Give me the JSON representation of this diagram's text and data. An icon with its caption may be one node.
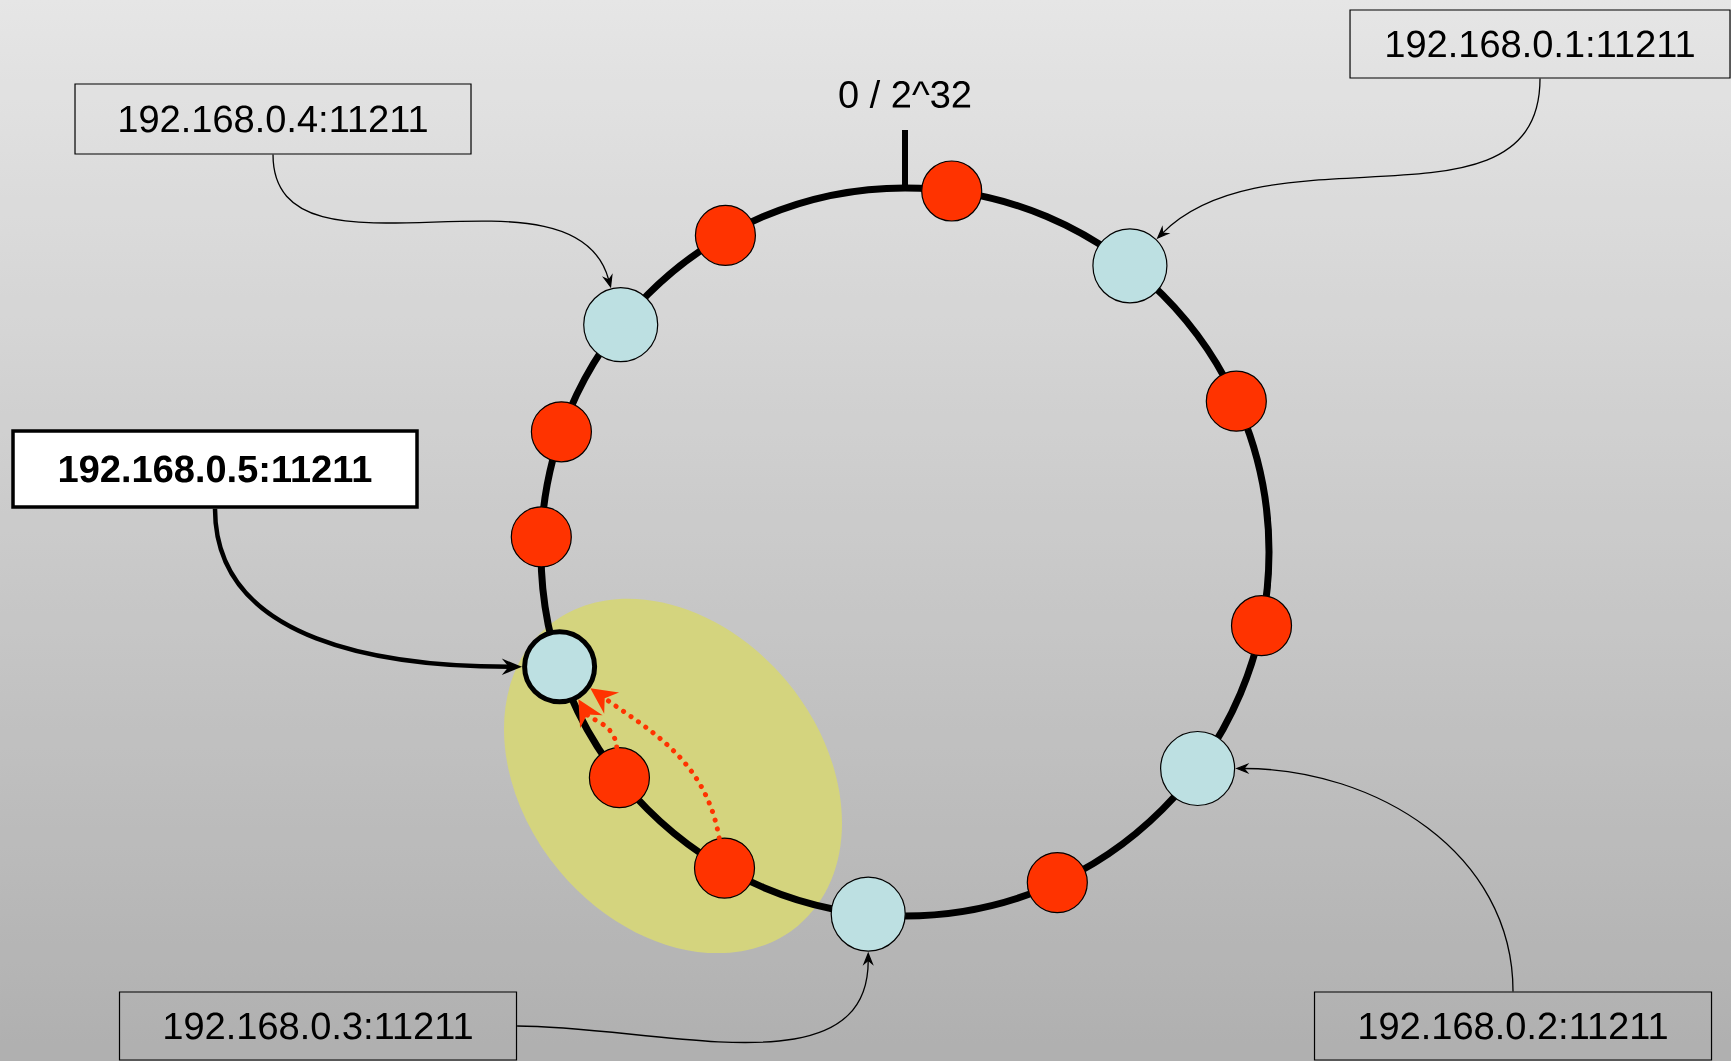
{
  "diagram": {
    "nodes": [
      {
        "text": [
          "192.168.0.1:11211"
        ]
      },
      {
        "text": [
          "192.168.0.4:11211"
        ]
      },
      {
        "text": [
          "192.168.0.5:11211"
        ]
      },
      {
        "text": [
          "192.168.0.3:11211"
        ]
      },
      {
        "text": [
          "192.168.0.2:11211"
        ]
      },
      {
        "text": [],
        "shape": "circle"
      },
      {
        "text": [],
        "shape": "circle"
      },
      {
        "text": [],
        "shape": "circle"
      },
      {
        "text": [],
        "shape": "circle"
      },
      {
        "text": [],
        "shape": "circle"
      },
      {
        "text": [],
        "shape": "circle"
      },
      {
        "text": [],
        "shape": "circle"
      },
      {
        "text": [],
        "shape": "circle"
      },
      {
        "text": [],
        "shape": "circle"
      },
      {
        "text": [],
        "shape": "circle"
      },
      {
        "text": [],
        "shape": "circle"
      },
      {
        "text": [],
        "shape": "circle"
      },
      {
        "text": [],
        "shape": "circle"
      },
      {
        "text": [],
        "shape": "circle"
      }
    ],
    "edges": [
      {
        "from": 0,
        "to": 6,
        "arrow": "to"
      },
      {
        "from": 1,
        "to": 5,
        "arrow": "to"
      },
      {
        "from": 2,
        "to": 7,
        "arrow": "to",
        "style": "thick"
      },
      {
        "from": 3,
        "to": 9,
        "arrow": "to"
      },
      {
        "from": 4,
        "to": 8,
        "arrow": "to"
      },
      {
        "from": 16,
        "to": 7,
        "arrow": "to",
        "style": "dashed",
        "color": "#ff3300"
      },
      {
        "from": 17,
        "to": 7,
        "arrow": "to",
        "style": "dashed",
        "color": "#ff3300"
      }
    ],
    "labels": [
      "0 / 2^32"
    ]
  }
}
